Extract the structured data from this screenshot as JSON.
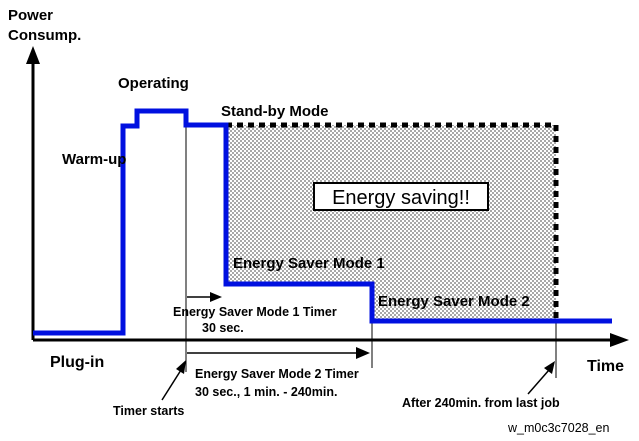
{
  "axes": {
    "y_label_line1": "Power",
    "y_label_line2": "Consump.",
    "x_label": "Time",
    "origin_label": "Plug-in"
  },
  "phases": {
    "warmup": "Warm-up",
    "operating": "Operating",
    "standby": "Stand-by Mode",
    "esm1": "Energy Saver Mode 1",
    "esm2": "Energy Saver Mode 2"
  },
  "callout": "Energy saving!!",
  "timers": {
    "esm1_title": "Energy Saver Mode 1 Timer",
    "esm1_value": "30 sec.",
    "esm2_title": "Energy Saver Mode 2 Timer",
    "esm2_value": "30 sec., 1 min. - 240min."
  },
  "annotations": {
    "timer_starts": "Timer starts",
    "after_last_job": "After 240min. from last job"
  },
  "watermark": "w_m0c3c7028_en",
  "colors": {
    "power_line": "#0010e0",
    "axis": "#000000",
    "hatch": "#a8a8a8"
  }
}
